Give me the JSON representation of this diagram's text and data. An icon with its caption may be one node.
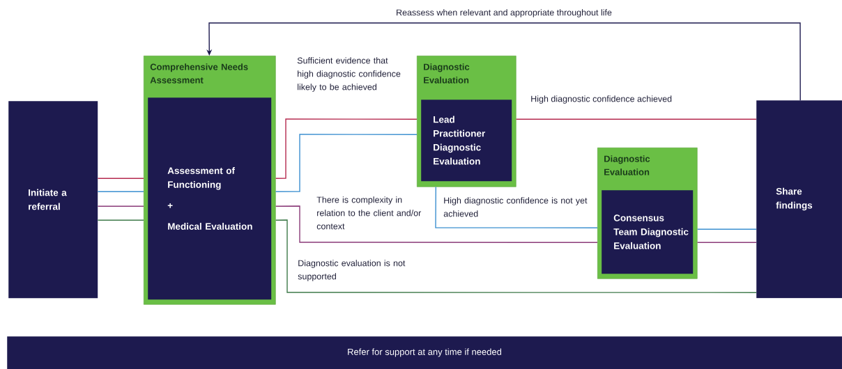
{
  "diagram": {
    "nodes": [
      {
        "text": [
          "Initiate a referral"
        ]
      },
      {
        "text": [
          "Comprehensive Needs Assessment"
        ]
      },
      {
        "text": [
          "Assessment of Functioning",
          "+",
          "Medical Evaluation"
        ],
        "in": 1
      },
      {
        "text": [
          "Diagnostic Evaluation"
        ]
      },
      {
        "text": [
          "Lead Practitioner Diagnostic Evaluation"
        ],
        "in": 3
      },
      {
        "text": [
          "Diagnostic Evaluation"
        ]
      },
      {
        "text": [
          "Consensus Team Diagnostic Evaluation"
        ],
        "in": 5
      },
      {
        "text": [
          "Share findings"
        ]
      },
      {
        "text": [
          "Refer for support at any time if needed"
        ]
      }
    ],
    "edges": [
      {
        "from": 0,
        "to": 1,
        "arrow": "none",
        "color": "#b5294e"
      },
      {
        "from": 0,
        "to": 1,
        "arrow": "none",
        "color": "#3b8fd0"
      },
      {
        "from": 0,
        "to": 1,
        "arrow": "none",
        "color": "#8a3a78"
      },
      {
        "from": 0,
        "to": 1,
        "arrow": "none",
        "color": "#3f7a4a"
      },
      {
        "from": 1,
        "to": 3,
        "arrow": "none",
        "color": "#b5294e",
        "label": "Sufficient evidence that high diagnostic confidence likely to be achieved"
      },
      {
        "from": 1,
        "to": 3,
        "arrow": "none",
        "color": "#3b8fd0"
      },
      {
        "from": 1,
        "to": 5,
        "arrow": "none",
        "color": "#8a3a78",
        "label": "There is complexity in relation to the client and/or context"
      },
      {
        "from": 1,
        "to": 7,
        "arrow": "none",
        "color": "#3f7a4a",
        "label": "Diagnostic evaluation is not supported"
      },
      {
        "from": 3,
        "to": 7,
        "arrow": "none",
        "color": "#b5294e",
        "label": "High diagnostic confidence achieved"
      },
      {
        "from": 3,
        "to": 5,
        "arrow": "none",
        "color": "#3b8fd0",
        "label": "High diagnostic confidence is not yet achieved"
      },
      {
        "from": 5,
        "to": 7,
        "arrow": "none",
        "color": "#3b8fd0"
      },
      {
        "from": 5,
        "to": 7,
        "arrow": "none",
        "color": "#8a3a78"
      },
      {
        "from": 7,
        "to": 1,
        "arrow": "to",
        "color": "#1d1a4f",
        "label": "Reassess when relevant and appropriate throughout life"
      }
    ]
  }
}
